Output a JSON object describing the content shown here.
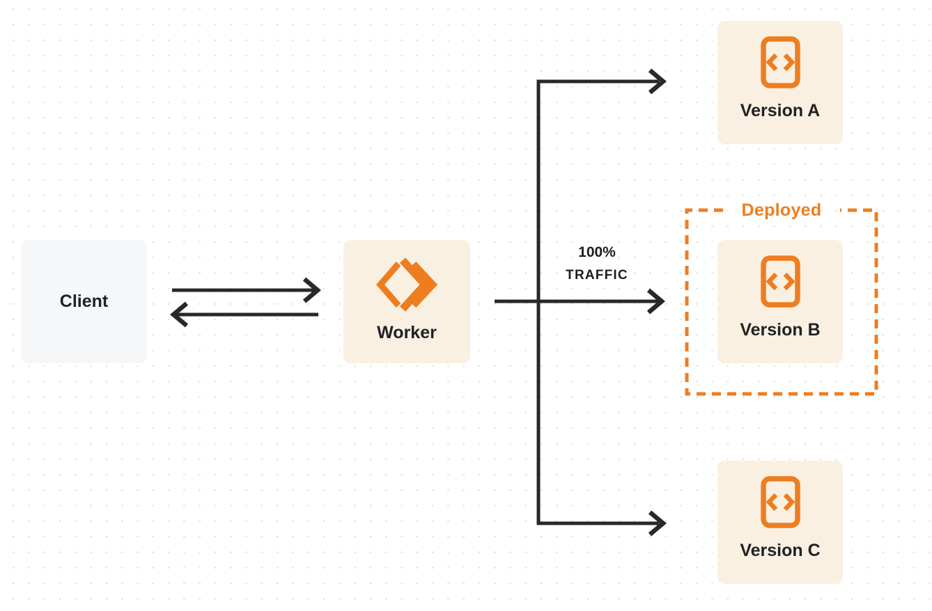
{
  "colors": {
    "accent_orange": "#ee7d20",
    "node_fill_cream": "#faf0e2",
    "client_fill_gray": "#f6f7f8",
    "connector_dark": "#26282b",
    "label_dark": "#202225",
    "page_background": "#ffffff",
    "dot_grid": "#e0e0e0"
  },
  "nodes": {
    "client": {
      "label": "Client"
    },
    "worker": {
      "label": "Worker",
      "icon": "cloudflare-workers-logo-icon"
    },
    "version_a": {
      "label": "Version A",
      "icon": "code-file-icon"
    },
    "version_b": {
      "label": "Version B",
      "icon": "code-file-icon"
    },
    "version_c": {
      "label": "Version C",
      "icon": "code-file-icon"
    }
  },
  "groups": {
    "deployed": {
      "label": "Deployed"
    }
  },
  "edges": {
    "traffic": {
      "line1": "100%",
      "line2": "TRAFFIC"
    }
  }
}
